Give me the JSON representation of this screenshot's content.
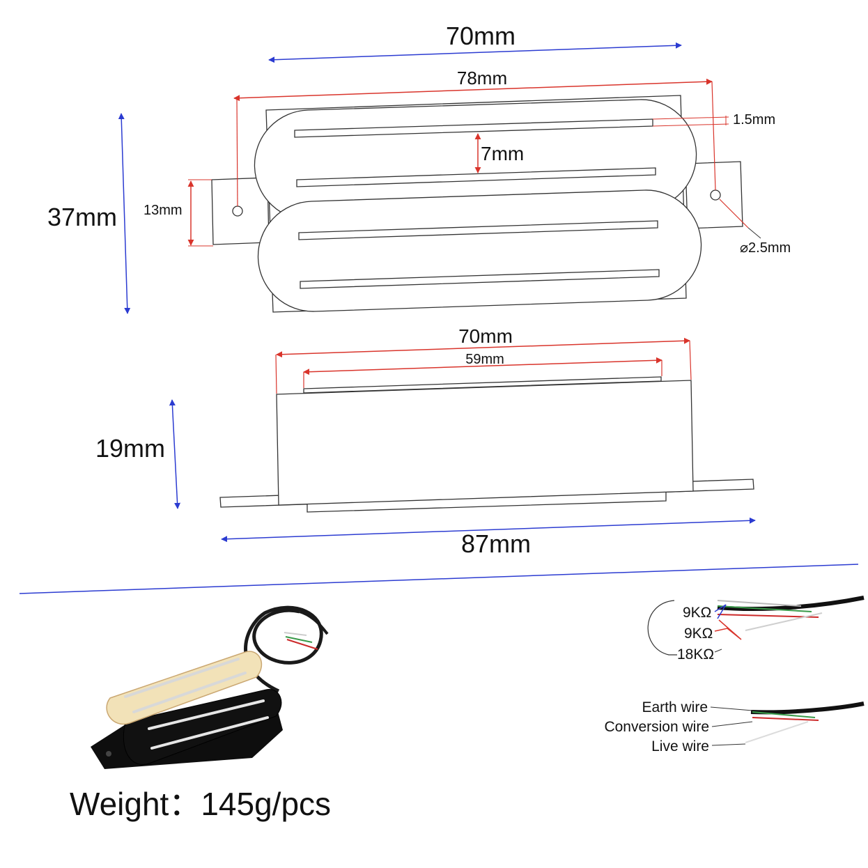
{
  "top_view": {
    "width_top": "70mm",
    "width_holes": "78mm",
    "height": "37mm",
    "tab_height": "13mm",
    "rail_gap": "7mm",
    "rail_width": "1.5mm",
    "hole_diameter": "⌀2.5mm"
  },
  "side_view": {
    "width_base": "70mm",
    "width_top": "59mm",
    "height": "19mm",
    "total_length": "87mm"
  },
  "resistance": {
    "r1": "9KΩ",
    "r2": "9KΩ",
    "r3": "18KΩ"
  },
  "wiring": {
    "earth": "Earth wire",
    "conversion": "Conversion wire",
    "live": "Live wire"
  },
  "weight": {
    "label": "Weight",
    "separator": "：",
    "value": "145g/pcs"
  },
  "colors": {
    "dim_blue": "#2b3bd1",
    "dim_red": "#d9342b",
    "line": "#333333"
  }
}
